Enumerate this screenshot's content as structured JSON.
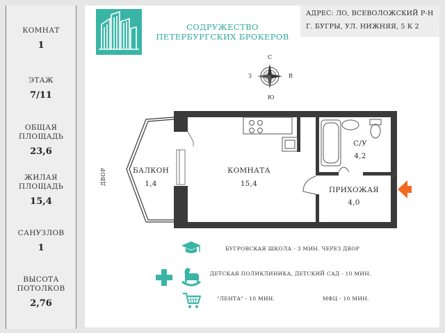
{
  "sidebar": {
    "rooms_label": "КОМНАТ",
    "rooms_value": "1",
    "floor_label": "ЭТАЖ",
    "floor_value": "7/11",
    "total_label": [
      "ОБЩАЯ",
      "ПЛОЩАДЬ"
    ],
    "total_value": "23,6",
    "living_label": [
      "ЖИЛАЯ",
      "ПЛОЩАДЬ"
    ],
    "living_value": "15,4",
    "bath_label": "САНУЗЛОВ",
    "bath_value": "1",
    "height_label": [
      "ВЫСОТА",
      "ПОТОЛКОВ"
    ],
    "height_value": "2,76"
  },
  "brand": {
    "line1": "СОДРУЖЕСТВО",
    "line2": "ПЕТЕРБУРГСКИХ БРОКЕРОВ"
  },
  "address": {
    "line1": "АДРЕС: ЛО, ВСЕВОЛОЖСКИЙ Р-Н",
    "line2": "Г. БУГРЫ, УЛ. НИЖНЯЯ, 5 К 2"
  },
  "compass": {
    "n": "С",
    "s": "Ю",
    "w": "З",
    "e": "В"
  },
  "plan": {
    "side_label": "ДВОР",
    "balcony_name": "БАЛКОН",
    "balcony_area": "1,4",
    "room_name": "КОМНАТА",
    "room_area": "15,4",
    "bath_name": "С/У",
    "bath_area": "4,2",
    "hall_name": "ПРИХОЖАЯ",
    "hall_area": "4,0"
  },
  "poi": {
    "school": "БУГРОВСКАЯ ШКОЛА - 3 МИН. ЧЕРЕЗ ДВОР",
    "clinic": "ДЕТСКАЯ ПОЛИКЛИНИКА, ДЕТСКИЙ САД - 10 МИН.",
    "shop": "\"ЛЕНТА\" - 10 МИН.",
    "mfc": "МФЦ - 10 МИН."
  },
  "colors": {
    "accent": "#39b5a6",
    "arrow": "#f26a21",
    "wall": "#3a3a3a"
  }
}
